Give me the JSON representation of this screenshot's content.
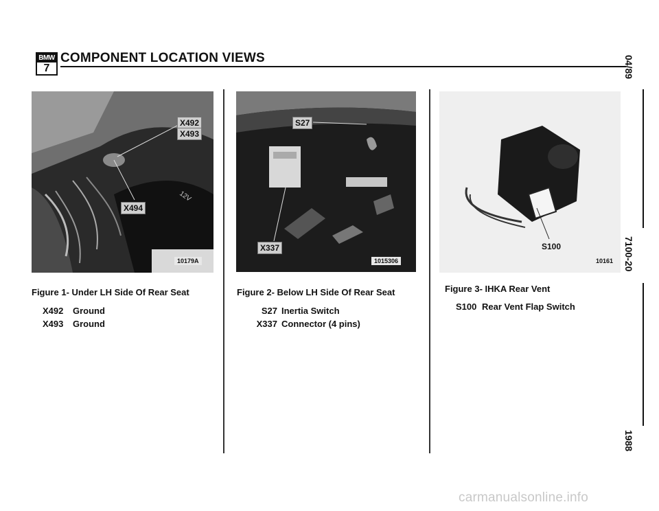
{
  "header": {
    "logo_brand": "BMW",
    "logo_series": "7",
    "title": "COMPONENT LOCATION VIEWS"
  },
  "side": {
    "date": "04/89",
    "page": "7100-20",
    "year": "1988"
  },
  "figures": [
    {
      "caption": "Figure 1- Under LH Side Of Rear Seat",
      "photo_code": "10179A",
      "callouts": [
        "X492",
        "X493",
        "X494"
      ],
      "legend": [
        {
          "id": "X492",
          "desc": "Ground"
        },
        {
          "id": "X493",
          "desc": "Ground"
        }
      ]
    },
    {
      "caption": "Figure 2- Below LH Side Of Rear Seat",
      "photo_code": "1015306",
      "callouts": [
        "S27",
        "X337"
      ],
      "legend": [
        {
          "id": "S27",
          "desc": "Inertia Switch"
        },
        {
          "id": "X337",
          "desc": "Connector (4 pins)"
        }
      ]
    },
    {
      "caption": "Figure 3- IHKA Rear Vent",
      "photo_code": "10161",
      "callouts": [
        "S100"
      ],
      "legend": [
        {
          "id": "S100",
          "desc": "Rear Vent Flap Switch"
        }
      ]
    }
  ],
  "watermark": "carmanualsonline.info"
}
